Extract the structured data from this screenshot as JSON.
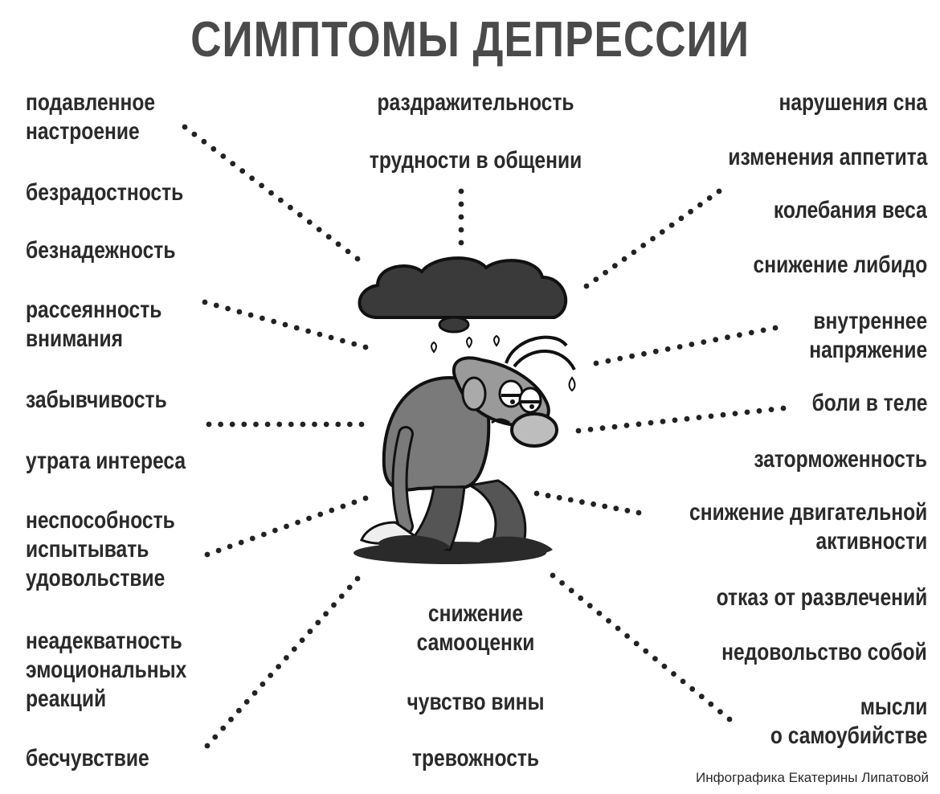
{
  "title": "СИМПТОМЫ ДЕПРЕССИИ",
  "left_symptoms": [
    "подавленное\nнастроение",
    "безрадостность",
    "безнадежность",
    "рассеянность\nвнимания",
    "забывчивость",
    "утрата интереса",
    "неспособность\nиспытывать\nудовольствие",
    "неадекватность\nэмоциональных\nреакций",
    "бесчувствие"
  ],
  "center_top_symptoms": [
    "раздражительность",
    "трудности в общении"
  ],
  "center_bottom_symptoms": [
    "снижение\nсамооценки",
    "чувство вины",
    "тревожность"
  ],
  "right_symptoms": [
    "нарушения сна",
    "изменения аппетита",
    "колебания веса",
    "снижение либидо",
    "внутреннее\nнапряжение",
    "боли в теле",
    "заторможенность",
    "снижение двигательной\nактивности",
    "отказ от развлечений",
    "недовольство собой",
    "мысли\nо самоубийстве"
  ],
  "credit": "Инфографика Екатерины Липатовой"
}
